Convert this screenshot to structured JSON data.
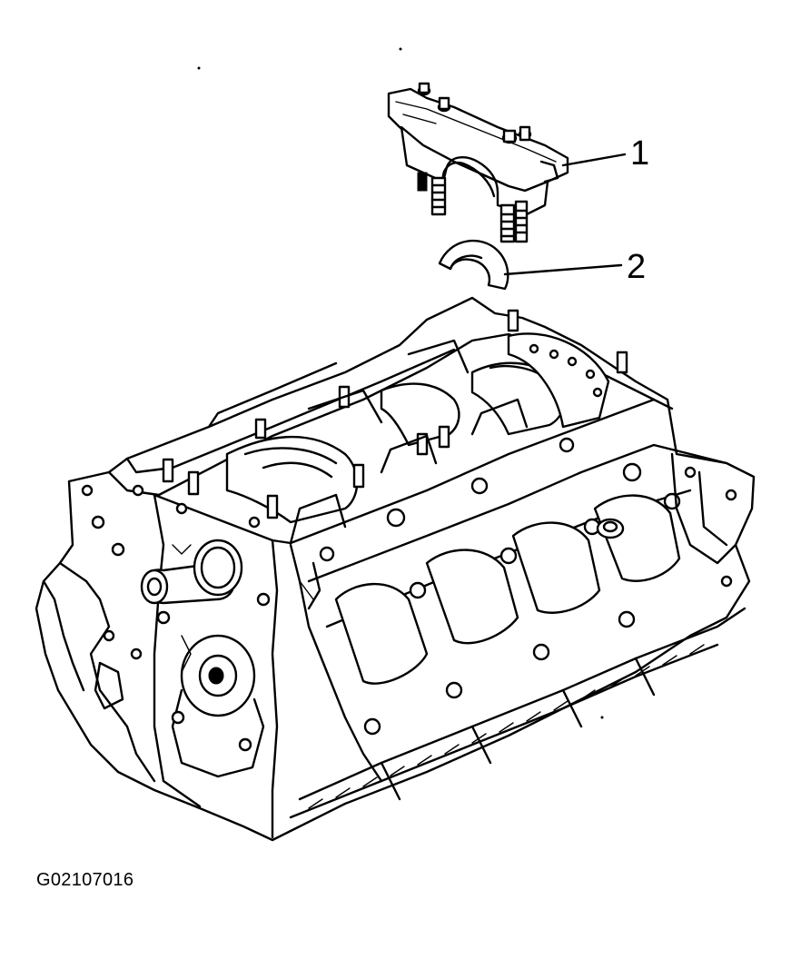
{
  "figure": {
    "id_label": "G02107016",
    "callouts": [
      {
        "number": "1",
        "part": "main-bearing-cap"
      },
      {
        "number": "2",
        "part": "main-bearing-half"
      }
    ],
    "line_color": "#000000",
    "background_color": "#ffffff"
  }
}
